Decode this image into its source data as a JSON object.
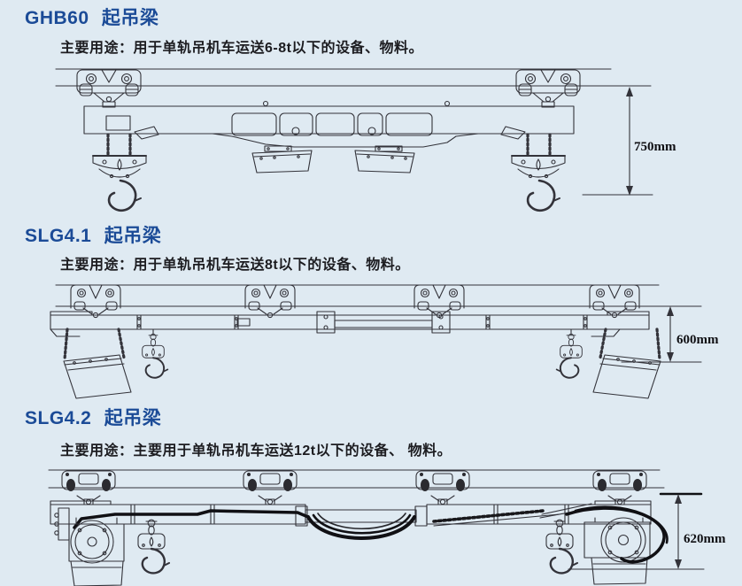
{
  "page": {
    "background_color": "#dfeaf2",
    "heading_color": "#1b4b97",
    "text_color": "#1c1c20",
    "line_color": "#33333a"
  },
  "sections": [
    {
      "model": "GHB60",
      "title": "GHB60 起吊梁",
      "description": "主要用途：用于单轨吊机车运送6-8t以下的设备、物料。",
      "dimension_label": "750mm"
    },
    {
      "model": "SLG4.1",
      "title": "SLG4.1 起吊梁",
      "description": "主要用途：用于单轨吊机车运送8t以下的设备、物料。",
      "dimension_label": "600mm"
    },
    {
      "model": "SLG4.2",
      "title": "SLG4.2 起吊梁",
      "description": "主要用途：主要用于单轨吊机车运送12t以下的设备、 物料。",
      "dimension_label": "620mm"
    }
  ]
}
